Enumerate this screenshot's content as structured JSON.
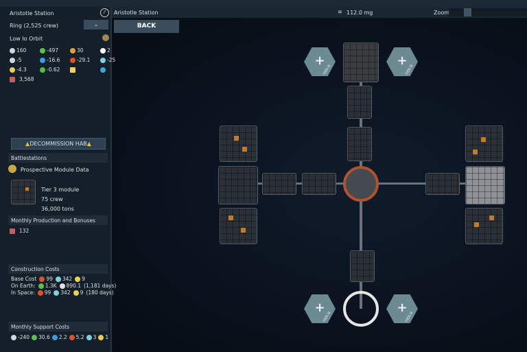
{
  "header": {
    "station_name": "Aristotle Station",
    "mass": "112.0 mg",
    "zoom_label": "Zoom",
    "back_label": "BACK"
  },
  "left": {
    "station_name": "Aristotle Station",
    "hab_select": "Ring (2,525 crew)",
    "orbit": "Low Io Orbit",
    "stats": [
      [
        {
          "icon": "crew-icon",
          "color": "#cfd8dc",
          "value": "160"
        },
        {
          "icon": "food-icon",
          "color": "#5cc04a",
          "value": "-497"
        },
        {
          "icon": "mission-control-icon",
          "color": "#e0a040",
          "value": "30"
        },
        {
          "icon": "gender-icon",
          "color": "#ffffff",
          "value": "2"
        }
      ],
      [
        {
          "icon": "satellite-icon",
          "color": "#cfd8dc",
          "value": "-5"
        },
        {
          "icon": "water-icon",
          "color": "#3a9be0",
          "value": "-16.6"
        },
        {
          "icon": "volatiles-icon",
          "color": "#e0502a",
          "value": "-29.1"
        },
        {
          "icon": "metals-icon",
          "color": "#7fd0e0",
          "value": "-25"
        }
      ],
      [
        {
          "icon": "noble-metals-icon",
          "color": "#e8d050",
          "value": "-4.3"
        },
        {
          "icon": "radioactives-icon",
          "color": "#50c040",
          "value": "-0.62"
        },
        {
          "icon": "fuel-icon",
          "color": "#f0d060",
          "value": ""
        },
        {
          "icon": "no-entry-icon",
          "color": "#4aa0d8",
          "value": ""
        }
      ]
    ],
    "boost": "3,568",
    "decommission_label": "DECOMMISSION HAB",
    "module_name": "Battlestations",
    "prospective_label": "Prospective Module Data",
    "module_tier": "Tier 3 module",
    "module_crew": "75 crew",
    "module_mass": "36,000 tons",
    "production_header": "Monthly Production and Bonuses",
    "production_value": "132",
    "construction_header": "Construction Costs",
    "base_cost_label": "Base Cost",
    "base_cost": [
      {
        "color": "#e0502a",
        "value": "99"
      },
      {
        "color": "#7fd0e0",
        "value": "342"
      },
      {
        "color": "#e8d050",
        "value": "9"
      }
    ],
    "on_earth_label": "On Earth:",
    "on_earth": [
      {
        "color": "#5cc04a",
        "value": "1.3K"
      },
      {
        "color": "#e0e0e0",
        "value": "890.1"
      }
    ],
    "on_earth_days": "(1,181 days)",
    "in_space_label": "In Space:",
    "in_space": [
      {
        "color": "#e0502a",
        "value": "99"
      },
      {
        "color": "#7fd0e0",
        "value": "342"
      },
      {
        "color": "#e8d050",
        "value": "9"
      }
    ],
    "in_space_days": "(180 days)",
    "support_header": "Monthly Support Costs",
    "support": [
      {
        "color": "#cfd8dc",
        "value": "-240"
      },
      {
        "color": "#5cc04a",
        "value": "30.6"
      },
      {
        "color": "#3a9be0",
        "value": "2.2"
      },
      {
        "color": "#e0502a",
        "value": "5.2"
      },
      {
        "color": "#7fd0e0",
        "value": "3"
      },
      {
        "color": "#e8d050",
        "value": "1"
      }
    ]
  },
  "slots": {
    "label": "TIER III",
    "plus": "+"
  }
}
